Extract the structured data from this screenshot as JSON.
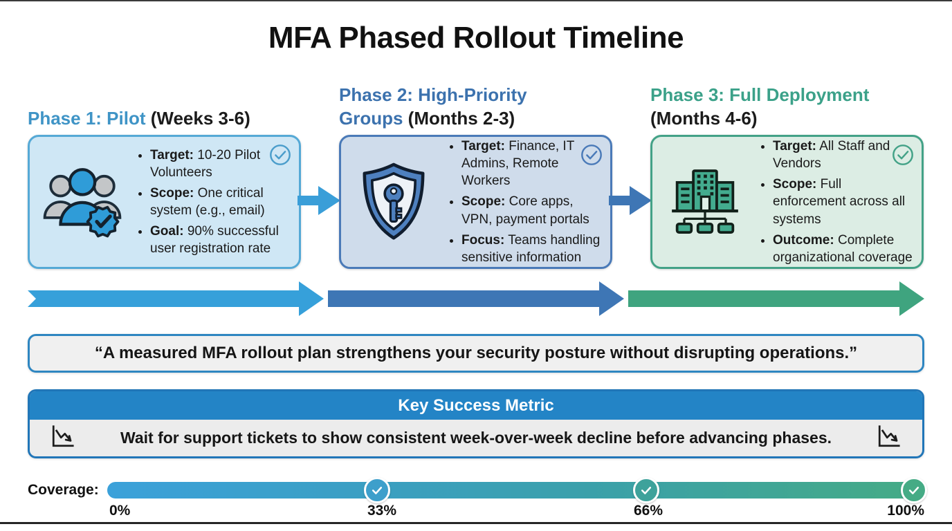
{
  "title": "MFA Phased Rollout Timeline",
  "phases": [
    {
      "heading_colored": "Phase 1: Pilot",
      "heading_plain": " (Weeks 3-6)",
      "accent": "#3f94c6",
      "card_bg": "#cfe7f5",
      "card_border": "#55a9d6",
      "icon": "team-verified-icon",
      "bullets": [
        {
          "label": "Target:",
          "text": " 10-20 Pilot Volunteers"
        },
        {
          "label": "Scope:",
          "text": " One critical system (e.g., email)"
        },
        {
          "label": "Goal:",
          "text": " 90% successful user registration rate"
        }
      ]
    },
    {
      "heading_colored": "Phase 2: High-Priority Groups",
      "heading_plain": " (Months 2-3)",
      "accent": "#3c72ae",
      "card_bg": "#cfdceb",
      "card_border": "#4a7ab8",
      "icon": "shield-key-icon",
      "bullets": [
        {
          "label": "Target:",
          "text": " Finance, IT Admins, Remote Workers"
        },
        {
          "label": "Scope:",
          "text": " Core apps, VPN, payment portals"
        },
        {
          "label": "Focus:",
          "text": " Teams handling sensitive information"
        }
      ]
    },
    {
      "heading_colored": "Phase 3: Full Deployment",
      "heading_plain": " (Months 4-6)",
      "accent": "#3ba189",
      "card_bg": "#dcede4",
      "card_border": "#43a287",
      "icon": "organization-buildings-icon",
      "bullets": [
        {
          "label": "Target:",
          "text": " All Staff and Vendors"
        },
        {
          "label": "Scope:",
          "text": " Full enforcement across all systems"
        },
        {
          "label": "Outcome:",
          "text": " Complete organizational coverage"
        }
      ]
    }
  ],
  "timeline_arrow_colors": [
    "#36a0da",
    "#3e76b5",
    "#3fa47f"
  ],
  "quote": "“A measured MFA rollout plan strengthens your security posture without disrupting operations.”",
  "metric": {
    "header": "Key Success Metric",
    "header_bg": "#2384c6",
    "icon": "declining-chart-icon",
    "text": "Wait for support tickets to show consistent week-over-week decline before advancing phases."
  },
  "coverage": {
    "label": "Coverage:",
    "tick_labels": [
      "0%",
      "33%",
      "66%",
      "100%"
    ],
    "checkpoint_positions_percent": [
      33,
      66,
      100
    ],
    "checkpoint_icon": "check-icon",
    "gradient": [
      "#3ba1da",
      "#3aa0ab",
      "#45ab85"
    ]
  }
}
